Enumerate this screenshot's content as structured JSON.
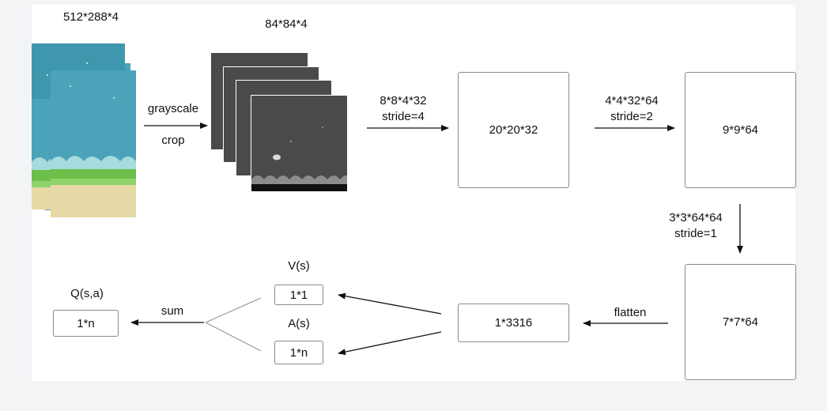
{
  "input": {
    "size_label": "512*288*4"
  },
  "preprocess": {
    "label_top": "grayscale",
    "label_bottom": "crop"
  },
  "processed": {
    "size_label": "84*84*4"
  },
  "conv1": {
    "kernel": "8*8*4*32",
    "stride": "stride=4",
    "output": "20*20*32"
  },
  "conv2": {
    "kernel": "4*4*32*64",
    "stride": "stride=2",
    "output": "9*9*64"
  },
  "conv3": {
    "kernel": "3*3*64*64",
    "stride": "stride=1",
    "output": "7*7*64"
  },
  "flatten": {
    "label": "flatten",
    "output": "1*3316"
  },
  "value_stream": {
    "title": "V(s)",
    "output": "1*1"
  },
  "advantage_stream": {
    "title": "A(s)",
    "output": "1*n"
  },
  "combine": {
    "label": "sum"
  },
  "q_output": {
    "title": "Q(s,a)",
    "output": "1*n"
  },
  "colors": {
    "sky": "#4aa3b8",
    "ground": "#6cbf4a",
    "sand": "#e6d9a6",
    "gray_bg": "#4a4a4a",
    "gray_cloud": "#8c8c8c",
    "box_border": "#8a8a8a"
  }
}
